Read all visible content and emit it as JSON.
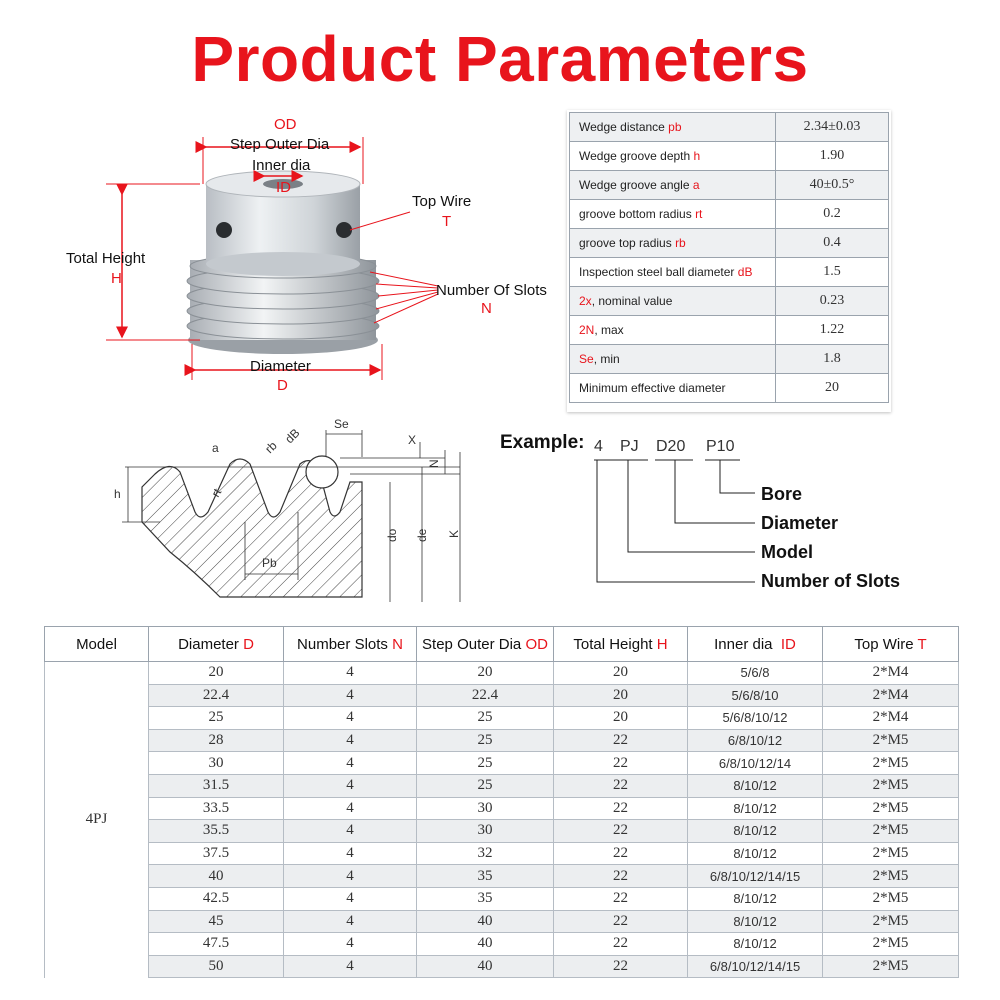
{
  "title": "Product Parameters",
  "pulley": {
    "od_label": "OD",
    "step_outer_dia": "Step Outer Dia",
    "inner_dia": "Inner dia",
    "id_label": "ID",
    "top_wire": "Top Wire",
    "t_label": "T",
    "total_height": "Total Height",
    "h_label": "H",
    "number_of_slots": "Number Of Slots",
    "n_label": "N",
    "diameter": "Diameter",
    "d_label": "D"
  },
  "params": [
    {
      "label": "Wedge distance ",
      "sym": "pb",
      "value": "2.34±0.03"
    },
    {
      "label": "Wedge groove depth ",
      "sym": "h",
      "value": "1.90"
    },
    {
      "label": "Wedge groove angle ",
      "sym": "a",
      "value": "40±0.5°"
    },
    {
      "label": "groove bottom radius ",
      "sym": "rt",
      "value": "0.2"
    },
    {
      "label": "groove top radius ",
      "sym": "rb",
      "value": "0.4"
    },
    {
      "label": "Inspection steel ball diameter ",
      "sym": "dB",
      "value": "1.5"
    },
    {
      "sym_first": "2x",
      "label": ", nominal value",
      "value": "0.23"
    },
    {
      "sym_first": "2N",
      "label": ", max",
      "value": "1.22"
    },
    {
      "sym_first": "Se",
      "label": ", min",
      "value": "1.8"
    },
    {
      "label": "Minimum effective diameter",
      "sym": "",
      "value": "20"
    }
  ],
  "groove": {
    "a": "a",
    "rb": "rb",
    "dB": "dB",
    "Se": "Se",
    "X": "X",
    "N": "N",
    "h": "h",
    "rt": "rt",
    "Pb": "Pb",
    "do": "do",
    "de": "de",
    "K": "K"
  },
  "example": {
    "heading": "Example:",
    "codes": [
      "4",
      "PJ",
      "D20",
      "P10"
    ],
    "labels": [
      "Bore",
      "Diameter",
      "Model",
      "Number of Slots"
    ]
  },
  "table": {
    "headers": [
      {
        "text": "Model",
        "sym": ""
      },
      {
        "text": "Diameter ",
        "sym": "D"
      },
      {
        "text": "Number Slots ",
        "sym": "N"
      },
      {
        "text": "Step Outer Dia ",
        "sym": "OD"
      },
      {
        "text": "Total Height ",
        "sym": "H"
      },
      {
        "text": "Inner dia  ",
        "sym": "ID"
      },
      {
        "text": "Top Wire ",
        "sym": "T"
      }
    ],
    "model": "4PJ",
    "rows": [
      [
        "20",
        "4",
        "20",
        "20",
        "5/6/8",
        "2*M4"
      ],
      [
        "22.4",
        "4",
        "22.4",
        "20",
        "5/6/8/10",
        "2*M4"
      ],
      [
        "25",
        "4",
        "25",
        "20",
        "5/6/8/10/12",
        "2*M4"
      ],
      [
        "28",
        "4",
        "25",
        "22",
        "6/8/10/12",
        "2*M5"
      ],
      [
        "30",
        "4",
        "25",
        "22",
        "6/8/10/12/14",
        "2*M5"
      ],
      [
        "31.5",
        "4",
        "25",
        "22",
        "8/10/12",
        "2*M5"
      ],
      [
        "33.5",
        "4",
        "30",
        "22",
        "8/10/12",
        "2*M5"
      ],
      [
        "35.5",
        "4",
        "30",
        "22",
        "8/10/12",
        "2*M5"
      ],
      [
        "37.5",
        "4",
        "32",
        "22",
        "8/10/12",
        "2*M5"
      ],
      [
        "40",
        "4",
        "35",
        "22",
        "6/8/10/12/14/15",
        "2*M5"
      ],
      [
        "42.5",
        "4",
        "35",
        "22",
        "8/10/12",
        "2*M5"
      ],
      [
        "45",
        "4",
        "40",
        "22",
        "8/10/12",
        "2*M5"
      ],
      [
        "47.5",
        "4",
        "40",
        "22",
        "8/10/12",
        "2*M5"
      ],
      [
        "50",
        "4",
        "40",
        "22",
        "6/8/10/12/14/15",
        "2*M5"
      ]
    ]
  },
  "colors": {
    "accent": "#e8141c",
    "row_alt": "#eceef0",
    "border": "#9aa3ad"
  }
}
